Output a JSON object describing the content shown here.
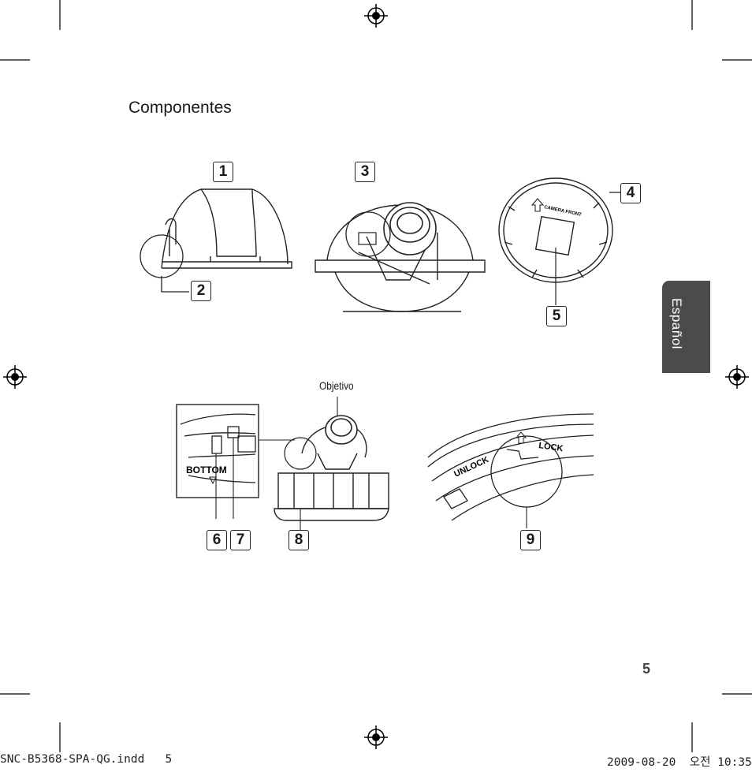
{
  "page": {
    "title": "Componentes",
    "side_tab": "Español",
    "page_number": "5"
  },
  "callouts": {
    "c1": "1",
    "c2": "2",
    "c3": "3",
    "c4": "4",
    "c5": "5",
    "c6": "6",
    "c7": "7",
    "c8": "8",
    "c9": "9"
  },
  "labels": {
    "objetivo": "Objetivo",
    "bottom": "BOTTOM",
    "unlock": "UNLOCK",
    "lock": "LOCK",
    "camera_front": "CAMERA FRONT"
  },
  "footer": {
    "file": "SNC-B5368-SPA-QG.indd   5",
    "date": "2009-08-20  오전 10:35:"
  },
  "icons": [
    "registration-mark-icon",
    "crop-mark-icon"
  ]
}
